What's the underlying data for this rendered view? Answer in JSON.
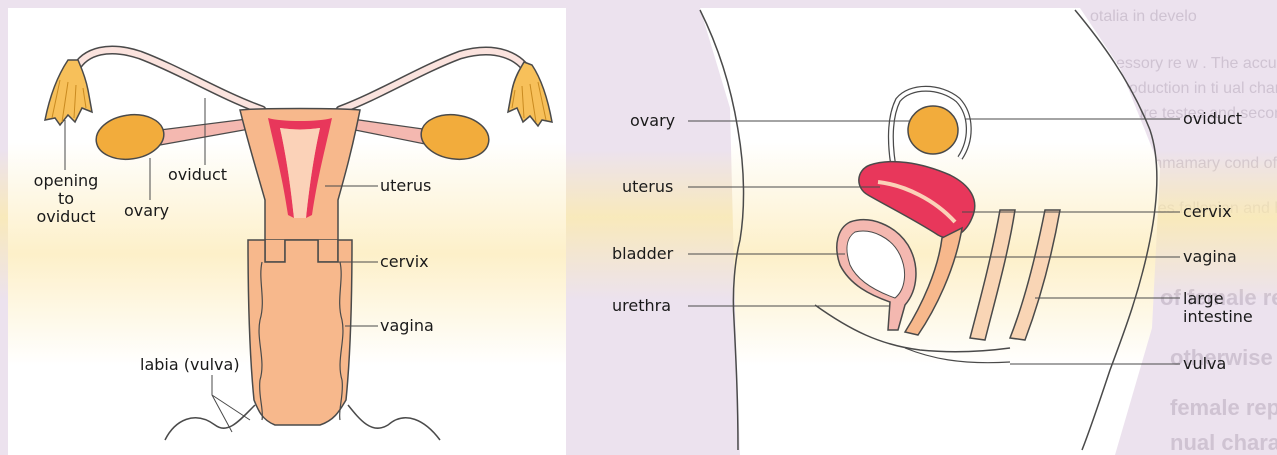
{
  "background_text": [
    "otalia in develo",
    "ccessory re w                                           . The accu",
    "poduction in ti                                    ual charact",
    "ture testes and                                           secondary",
    "pmmamary                                      cond of the gro",
    "ques fallopian and hormone                  agement of the ovary",
    "of female reproductive organs",
    "otherwise as          in each sex,      mental developmen",
    "female rep                                   male sec cons",
    "nual charact"
  ],
  "left_diagram": {
    "labels": {
      "opening_to_oviduct": [
        "opening",
        "to",
        "oviduct"
      ],
      "oviduct": "oviduct",
      "ovary": "ovary",
      "uterus": "uterus",
      "cervix": "cervix",
      "vagina": "vagina",
      "labia": "labia (vulva)"
    }
  },
  "right_diagram": {
    "labels": {
      "ovary": "ovary",
      "oviduct": "oviduct",
      "uterus": "uterus",
      "cervix": "cervix",
      "bladder": "bladder",
      "vagina": "vagina",
      "urethra": "urethra",
      "large_intestine": [
        "large",
        "intestine"
      ],
      "vulva": "vulva"
    }
  },
  "colors": {
    "ovary": "#f2ac3c",
    "tissue": "#f7b88c",
    "uterus_lining": "#e8375b",
    "oviduct_tube": "#f4b8b0",
    "fimbriae": "#f7c05a",
    "outline": "#4a4a4a"
  }
}
